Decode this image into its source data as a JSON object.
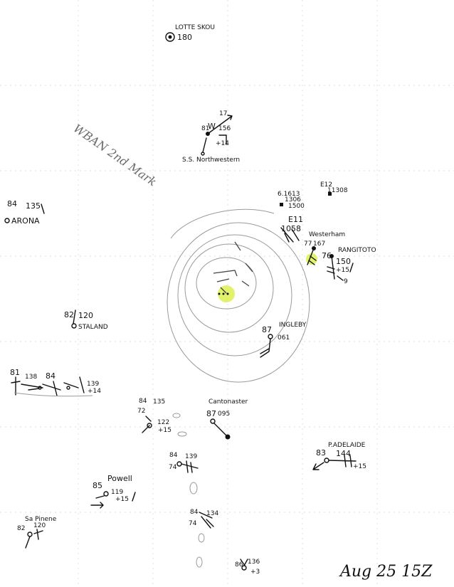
{
  "stations": [
    {
      "id": "lotte-skou",
      "name": "LOTTE SKOU",
      "pressure": "180"
    },
    {
      "id": "northwestern",
      "name": "S.S. Northwestern",
      "wind_dir": "W",
      "temp": "81",
      "pressure": "156",
      "tendency": "+14",
      "wind": "17"
    },
    {
      "id": "arona",
      "name": "ARONA",
      "temp": "84",
      "pressure": "135"
    },
    {
      "id": "staland",
      "name": "STALAND",
      "temp": "82",
      "pressure": "120"
    },
    {
      "id": "westerham",
      "name": "Westerham",
      "temp": "77",
      "pressure": "167"
    },
    {
      "id": "rangitoto",
      "name": "RANGITOTO",
      "temp": "76",
      "pressure": "150",
      "tendency": "+15",
      "wind": "9"
    },
    {
      "id": "ingleby",
      "name": "INGLEBY",
      "temp": "87",
      "pressure": "061"
    },
    {
      "id": "cantonaster",
      "name": "Cantonaster",
      "temp": "87",
      "pressure": "095"
    },
    {
      "id": "powell",
      "name": "Powell",
      "temp": "85",
      "pressure": "119",
      "tendency": "+15"
    },
    {
      "id": "p-adelaide",
      "name": "P.ADELAIDE",
      "temp": "83",
      "pressure": "144",
      "tendency": "+15"
    },
    {
      "id": "sa-pinene",
      "name": "Sa Pinene",
      "temp": "82",
      "pressure": "120"
    }
  ],
  "cluster_labels": {
    "east_a": "6.1613",
    "east_b": "1306",
    "east_c": "1500",
    "east_d": "E12",
    "east_e": "11308",
    "east_f": "E11",
    "east_g": "1058",
    "west_a": "81",
    "west_b": "138",
    "west_c": "84",
    "west_d": "139",
    "west_e": "+14",
    "mid_a": "84",
    "mid_b": "135",
    "mid_c": "72",
    "mid_d": "122",
    "mid_e": "+15",
    "mid_f": "84",
    "mid_g": "139",
    "mid_h": "74",
    "south_a": "84",
    "south_b": "134",
    "south_c": "74",
    "bottom_a": "86",
    "bottom_b": "136",
    "bottom_c": "+3"
  },
  "annotation": "WBAN 2nd Mark",
  "date_label": "Aug 25 15Z",
  "colors": {
    "ink": "#111111",
    "pencil": "#8a8a8a",
    "highlight": "#d8ee3c",
    "background": "#ffffff"
  }
}
